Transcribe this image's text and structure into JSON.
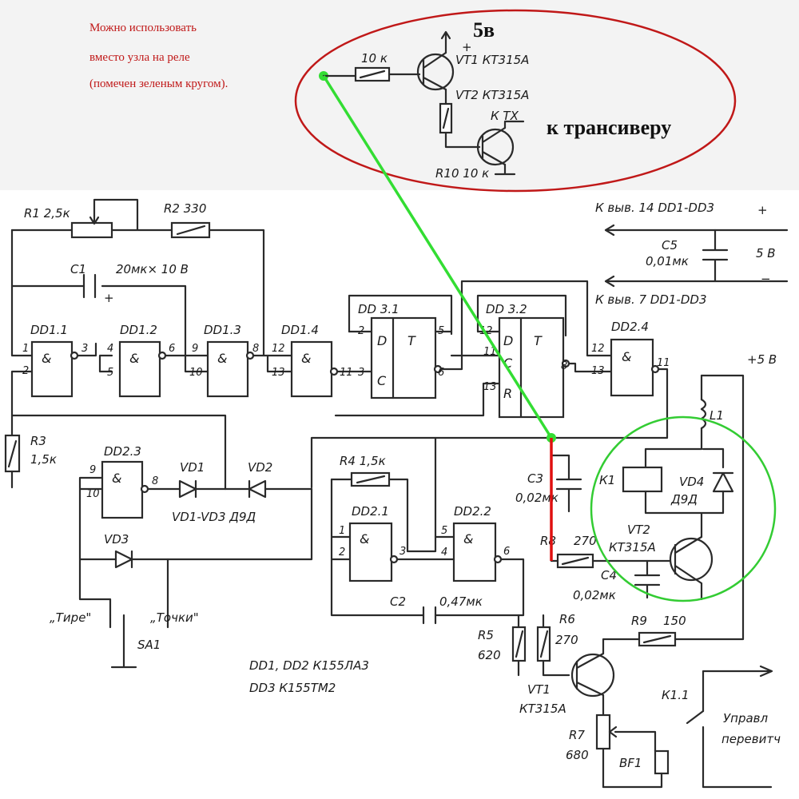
{
  "note": {
    "lines": [
      "Можно использовать",
      "вместо узла на реле",
      "(помечен зеленым кругом)."
    ],
    "color": "#c01818"
  },
  "inset": {
    "supply": "5в",
    "to_transceiver": "к трансиверу",
    "r_base": "10 к",
    "vt1": "VT1  КТ315А",
    "vt2": "VT2  КТ315А",
    "to_tx": "К ТХ",
    "r10": "R10 10 к",
    "oval_color": "#c01818"
  },
  "labels": {
    "r1": "R1  2,5к",
    "r2": "R2   330",
    "c1": "C1",
    "c1_val": "20мк× 10 В",
    "dd1_1": "DD1.1",
    "dd1_2": "DD1.2",
    "dd1_3": "DD1.3",
    "dd1_4": "DD1.4",
    "dd3_1": "DD 3.1",
    "dd3_2": "DD 3.2",
    "dd2_4": "DD2.4",
    "dd2_3": "DD2.3",
    "dd2_1": "DD2.1",
    "dd2_2": "DD2.2",
    "r3": "R3",
    "r3_val": "1,5к",
    "vd1": "VD1",
    "vd2": "VD2",
    "vd3": "VD3",
    "vd_group": "VD1-VD3   Д9Д",
    "r4": "R4  1,5к",
    "c3": "C3",
    "c3_val": "0,02мк",
    "k1": "К1",
    "vd4": "VD4",
    "vd4_type": "Д9Д",
    "vt2": "VT2",
    "vt2_type": "КТ315А",
    "l1": "L1",
    "r8": "R8",
    "r8_val": "270",
    "c4": "C4",
    "c4_val": "0,02мк",
    "c2": "C2",
    "c2_val": "0,47мк",
    "r5": "R5",
    "r5_val": "620",
    "r6": "R6",
    "r6_val": "270",
    "r9": "R9",
    "r9_val": "150",
    "vt1": "VT1",
    "vt1_type": "КТ315А",
    "r7": "R7",
    "r7_val": "680",
    "bf1": "BF1",
    "k1_1": "К1.1",
    "ctrl1": "Управл",
    "ctrl2": "перевитч",
    "tire": "„Тире\"",
    "tochki": "„Точки\"",
    "sa1": "SA1",
    "chips1": "DD1, DD2   К155ЛА3",
    "chips2": "DD3   К155ТМ2",
    "pin14": "К выв. 14  DD1-DD3",
    "pin7": "К выв. 7  DD1-DD3",
    "c5": "C5",
    "c5_val": "0,01мк",
    "plus": "+",
    "minus": "−",
    "v5": "5 В",
    "plus5": "+5 В"
  },
  "highlight": {
    "circle_color": "#33cc33",
    "link_color": "#33dd33",
    "red_wire_color": "#e01010"
  }
}
